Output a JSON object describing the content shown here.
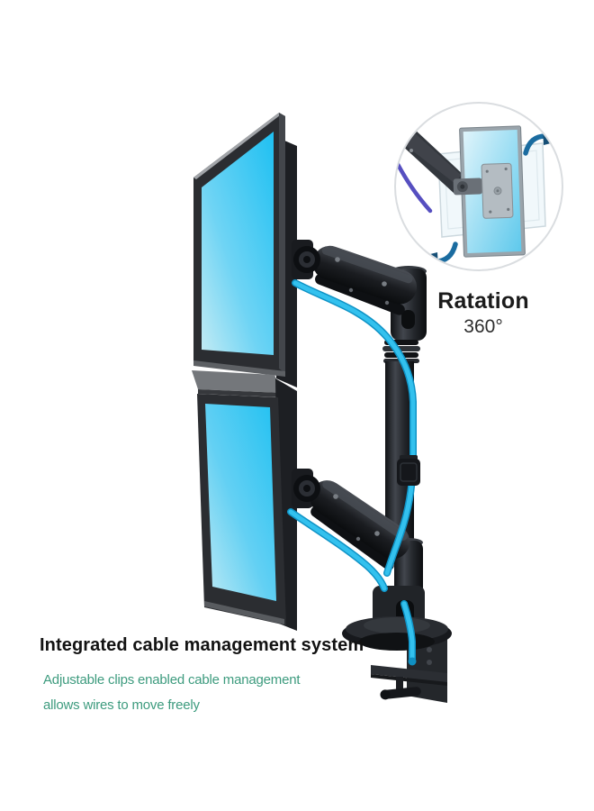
{
  "scene": {
    "background_color": "#ffffff",
    "subject": "dual stacked monitor desk mount with integrated cable management"
  },
  "inset": {
    "rotation_label": "Ratation",
    "rotation_degrees": "360°"
  },
  "caption": {
    "title": "Integrated cable management system",
    "line1": "Adjustable clips enabled cable management",
    "line2": "allows wires to move freely"
  },
  "icons": {
    "rotation_arrow_top": "curved-rotation-arrow-clockwise",
    "rotation_arrow_bottom": "curved-rotation-arrow-counterclockwise"
  },
  "colors": {
    "screen_cyan": "#2cc3f2",
    "screen_cyan_light": "#b7e9f7",
    "cable_blue": "#2fb9e9",
    "cable_blue_dark": "#0f93c6",
    "mount_black": "#1a1c20",
    "caption_green": "#3d9b7e",
    "title_black": "#121212",
    "arrow_blue": "#1b6ca0",
    "inset_cable_purple": "#5a53c4",
    "inset_circle_border": "#dadde0"
  }
}
